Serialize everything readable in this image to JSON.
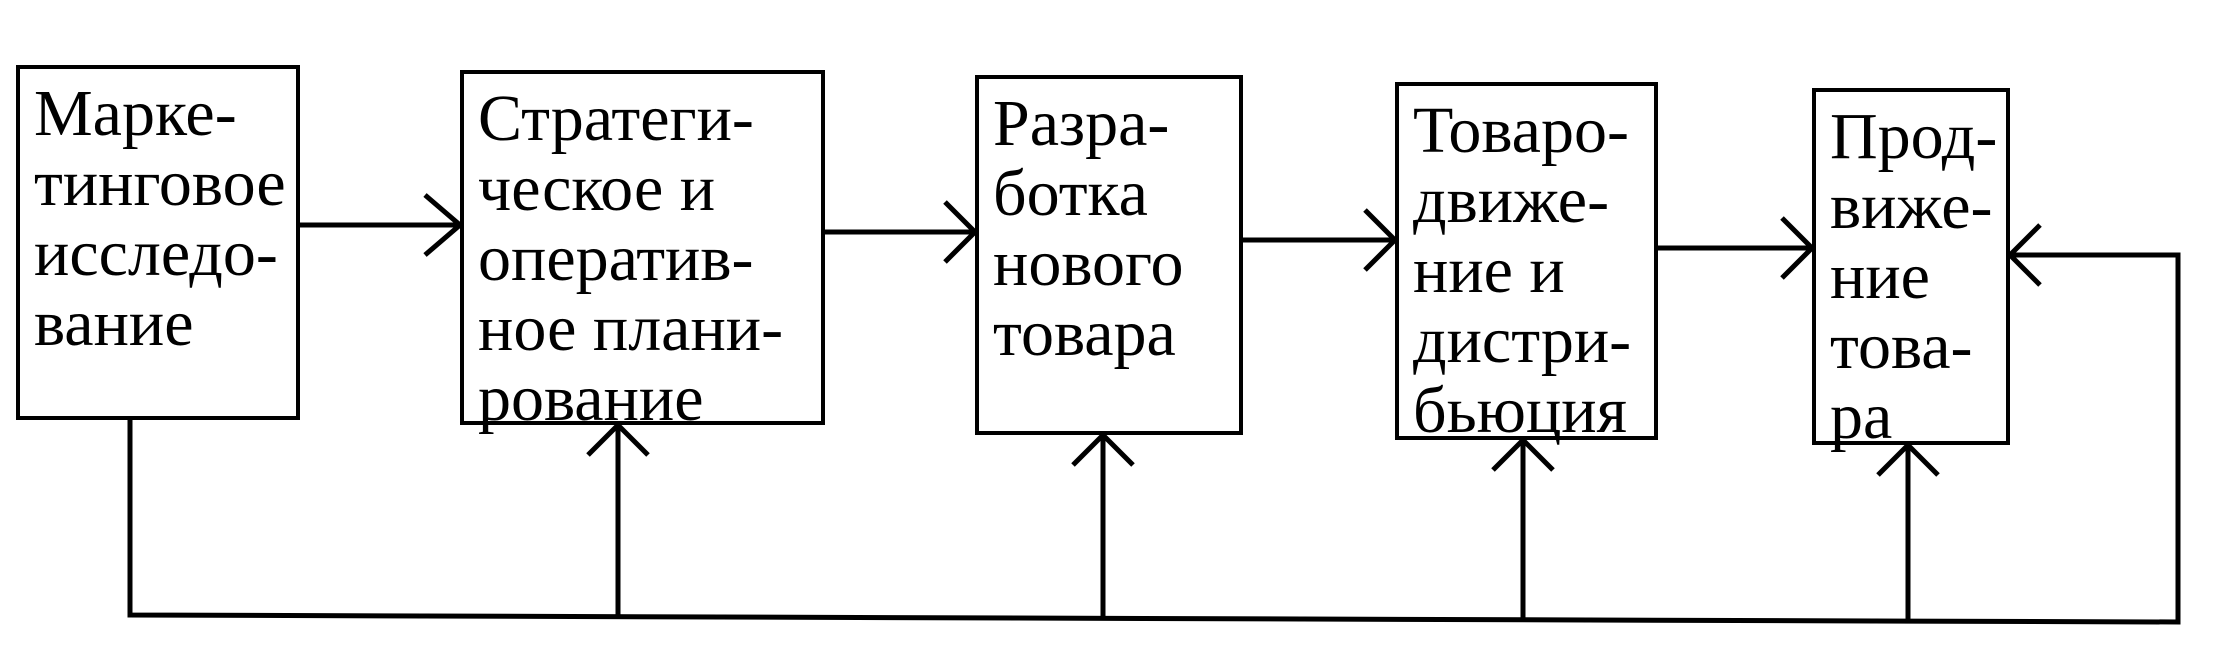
{
  "diagram": {
    "boxes": [
      {
        "id": "marketing-research",
        "lines": [
          "Марке-",
          "тинговое",
          "исследо-",
          "вание"
        ]
      },
      {
        "id": "planning",
        "lines": [
          "Стратеги-",
          "ческое и",
          "оператив-",
          "ное плани-",
          "рование"
        ]
      },
      {
        "id": "product-development",
        "lines": [
          "Разра-",
          "ботка",
          "нового",
          "товара"
        ]
      },
      {
        "id": "distribution",
        "lines": [
          "Товаро-",
          "движе-",
          "ние и",
          "дистри-",
          "бьюция"
        ]
      },
      {
        "id": "promotion",
        "lines": [
          "Прод-",
          "виже-",
          "ние",
          "това-",
          "ра"
        ]
      }
    ],
    "colors": {
      "stroke": "#000000",
      "background": "#ffffff"
    }
  }
}
